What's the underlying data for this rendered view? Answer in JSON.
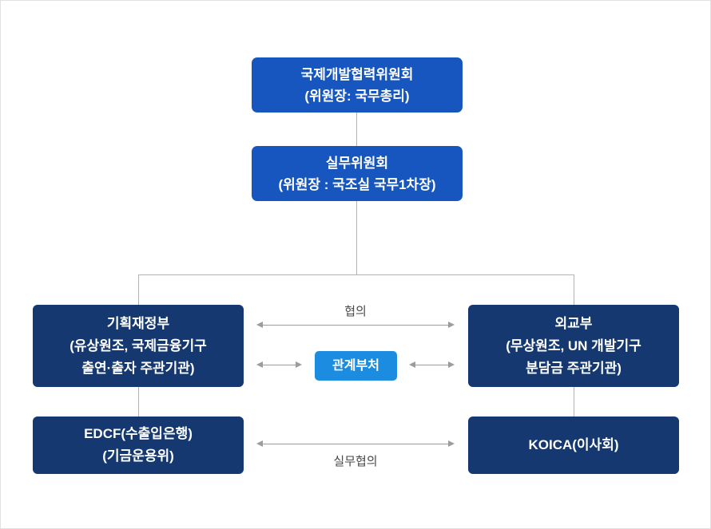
{
  "colors": {
    "box-blue": "#1656be",
    "box-navy": "#14386f",
    "box-sky": "#1c8ce0",
    "connector": "#b3b3b3",
    "arrow": "#9c9c9c",
    "label-text": "#4a4a4a",
    "box-text": "#ffffff",
    "page-border": "#e1e1e1"
  },
  "diagram": {
    "top_committee": {
      "line1": "국제개발협력위원회",
      "line2": "(위원장: 국무총리)"
    },
    "working_committee": {
      "line1": "실무위원회",
      "line2": "(위원장 : 국조실 국무1차장)"
    },
    "moef": {
      "line1": "기획재정부",
      "line2": "(유상원조, 국제금융기구",
      "line3": "출연·출자 주관기관)"
    },
    "mofa": {
      "line1": "외교부",
      "line2": "(무상원조, UN 개발기구",
      "line3": "분담금 주관기관)"
    },
    "related_ministries": {
      "label": "관계부처"
    },
    "edcf": {
      "line1": "EDCF(수출입은행)",
      "line2": "(기금운용위)"
    },
    "koica": {
      "line1": "KOICA(이사회)"
    },
    "labels": {
      "consultation": "협의",
      "working_consultation": "실무협의"
    }
  }
}
